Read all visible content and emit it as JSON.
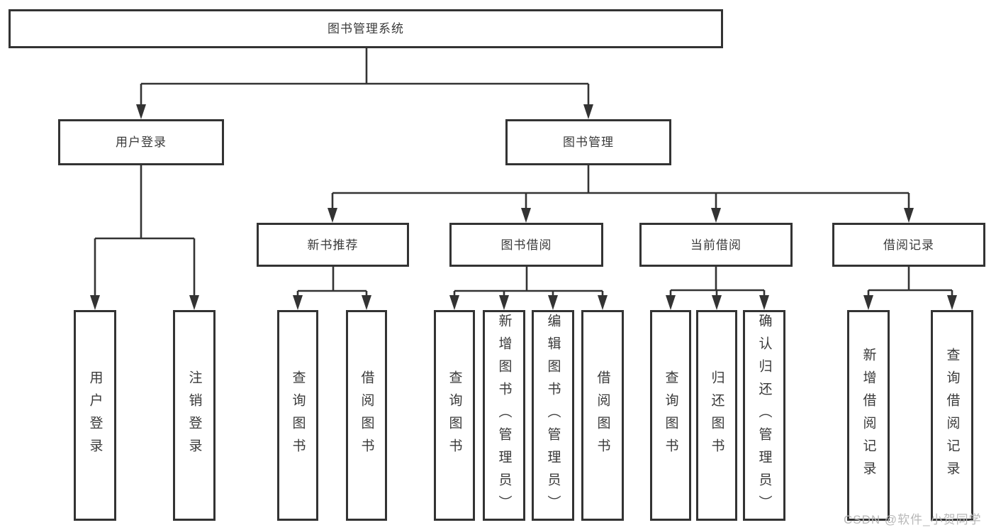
{
  "colors": {
    "line": "#333333",
    "box_border": "#333333",
    "text": "#3a3a3a",
    "background": "#ffffff",
    "watermark": "#b8b8b8"
  },
  "watermark": {
    "text": "CSDN @软件_小贺同学"
  },
  "tree": {
    "root": {
      "label": "图书管理系统",
      "children": [
        {
          "label": "用户登录",
          "children": [
            {
              "label": "用户登录"
            },
            {
              "label": "注销登录"
            }
          ]
        },
        {
          "label": "图书管理",
          "children": [
            {
              "label": "新书推荐",
              "children": [
                {
                  "label": "查询图书"
                },
                {
                  "label": "借阅图书"
                }
              ]
            },
            {
              "label": "图书借阅",
              "children": [
                {
                  "label": "查询图书"
                },
                {
                  "label": "新增图书（管理员）"
                },
                {
                  "label": "编辑图书（管理员）"
                },
                {
                  "label": "借阅图书"
                }
              ]
            },
            {
              "label": "当前借阅",
              "children": [
                {
                  "label": "查询图书"
                },
                {
                  "label": "归还图书"
                },
                {
                  "label": "确认归还（管理员）"
                }
              ]
            },
            {
              "label": "借阅记录",
              "children": [
                {
                  "label": "新增借阅记录"
                },
                {
                  "label": "查询借阅记录"
                }
              ]
            }
          ]
        }
      ]
    }
  }
}
